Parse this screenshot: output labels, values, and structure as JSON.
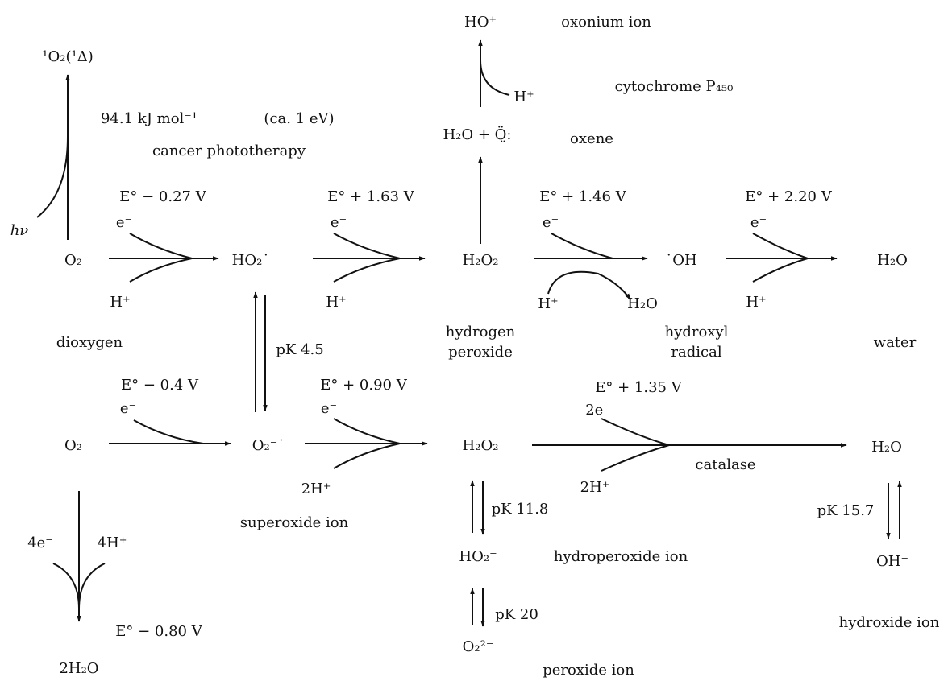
{
  "species": {
    "singlet_o2": "¹O₂(¹Δ)",
    "o2_top": "O₂",
    "ho2_radical": "HO₂˙",
    "h2o2_top": "H₂O₂",
    "oh_radical": "˙OH",
    "h2o_top": "H₂O",
    "h2o_byproduct": "H₂O",
    "ho_plus": "HO⁺",
    "h2o_plus_o": "H₂O + Ö̤:",
    "o2_bottom": "O₂",
    "superoxide": "O₂⁻˙",
    "h2o2_bottom": "H₂O₂",
    "h2o_bottom": "H₂O",
    "hydroperoxide": "HO₂⁻",
    "peroxide": "O₂²⁻",
    "hydroxide": "OH⁻",
    "two_h2o": "2H₂O"
  },
  "names": {
    "dioxygen": "dioxygen",
    "hydrogen": "hydrogen",
    "peroxide_word": "peroxide",
    "hydroxyl": "hydroxyl",
    "radical": "radical",
    "water": "water",
    "superoxide_ion": "superoxide ion",
    "hydroperoxide_ion": "hydroperoxide ion",
    "hydroxide_ion": "hydroxide ion",
    "peroxide_ion": "peroxide ion",
    "oxonium_ion": "oxonium ion",
    "oxene": "oxene",
    "cytochrome": "cytochrome P₄₅₀",
    "catalase": "catalase",
    "cancer": "cancer phototherapy",
    "hv": "hν"
  },
  "potentials": {
    "e1": "E° − 0.27 V",
    "e2": "E° + 1.63 V",
    "e3": "E° + 1.46 V",
    "e4": "E° + 2.20 V",
    "e5": "E° − 0.4 V",
    "e6": "E° + 0.90 V",
    "e7": "E° + 1.35 V",
    "e8": "E° − 0.80 V"
  },
  "pk": {
    "pk1": "pK 4.5",
    "pk2": "pK 11.8",
    "pk3": "pK 20",
    "pk4": "pK 15.7"
  },
  "reagents": {
    "e": "e⁻",
    "h": "H⁺",
    "two_e": "2e⁻",
    "two_h": "2H⁺",
    "four_e": "4e⁻",
    "four_h": "4H⁺"
  },
  "energy": {
    "value": "94.1 kJ mol⁻¹",
    "ev": "(ca. 1 eV)"
  }
}
